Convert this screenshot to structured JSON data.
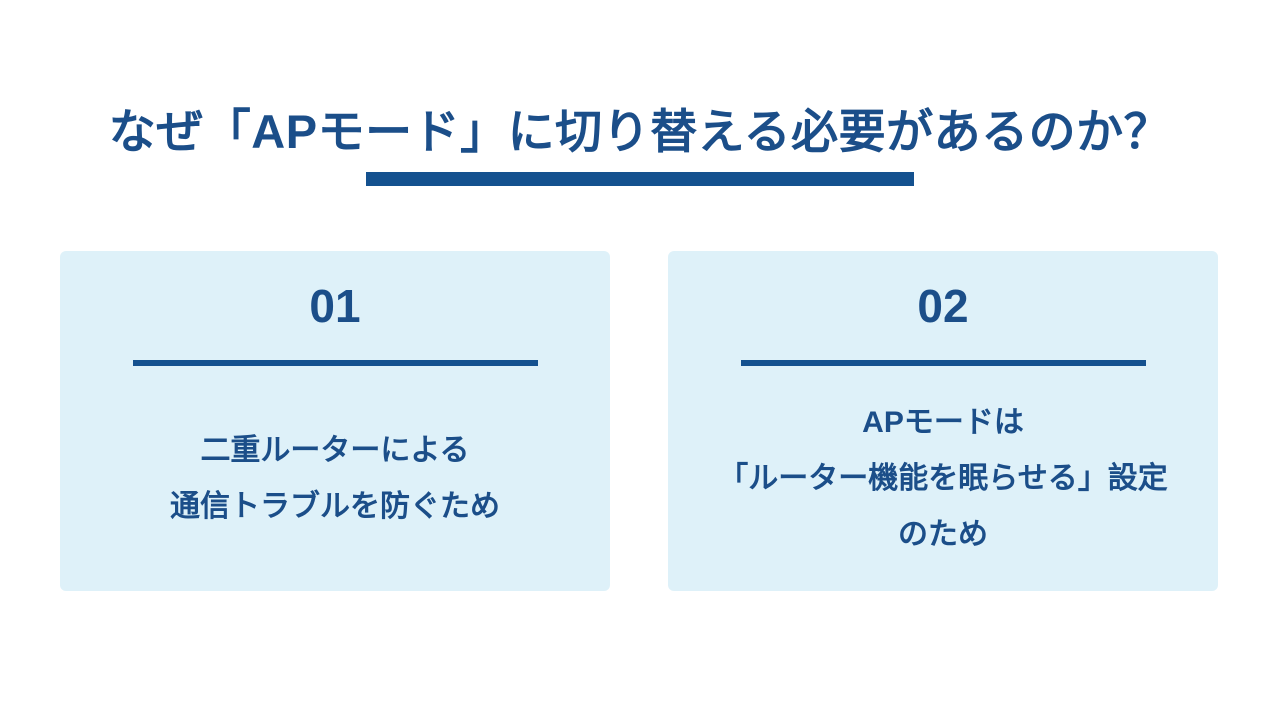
{
  "slide": {
    "title": "なぜ「APモード」に切り替える必要があるのか？",
    "cards": [
      {
        "number": "01",
        "lines": [
          "二重ルーターによる",
          "通信トラブルを防ぐため"
        ]
      },
      {
        "number": "02",
        "lines": [
          "APモードは",
          "「ルーター機能を眠らせる」設定",
          "のため"
        ]
      }
    ]
  },
  "colors": {
    "navy": "#1b4e89",
    "bar": "#14518f",
    "card_bg": "#def1f9",
    "page_bg": "#ffffff"
  }
}
